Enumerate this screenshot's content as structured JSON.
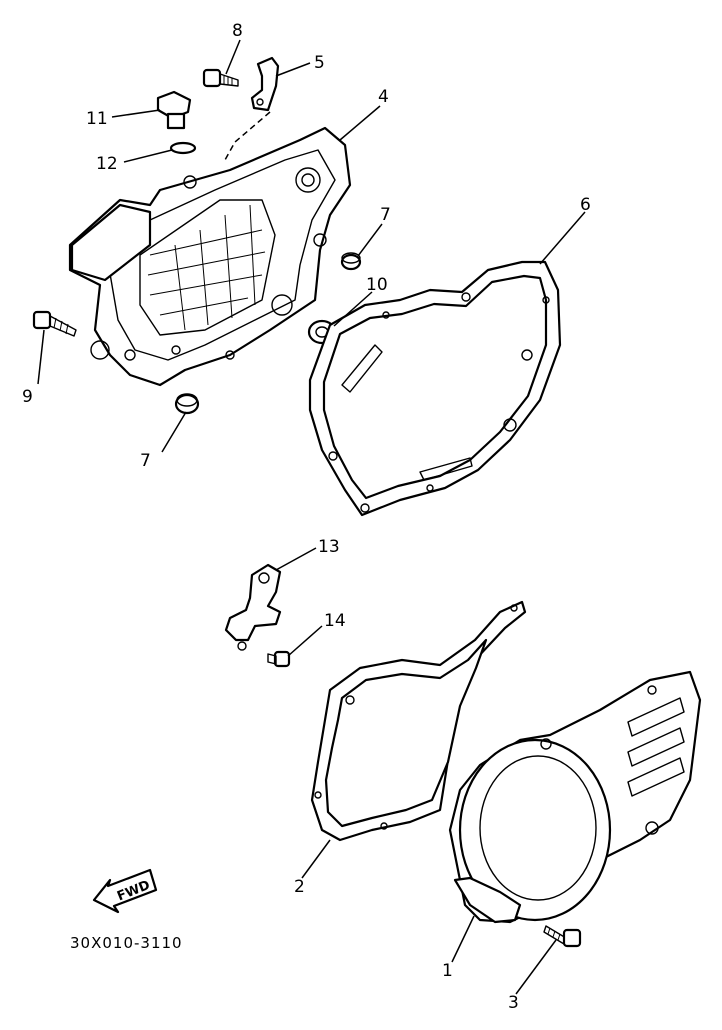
{
  "callouts": {
    "c1": "1",
    "c2": "2",
    "c3": "3",
    "c4": "4",
    "c5": "5",
    "c6": "6",
    "c7a": "7",
    "c7b": "7",
    "c8": "8",
    "c9": "9",
    "c10": "10",
    "c11": "11",
    "c12": "12",
    "c13": "13",
    "c14": "14"
  },
  "fwd_label": "FWD",
  "diagram_code": "30X010-3110"
}
